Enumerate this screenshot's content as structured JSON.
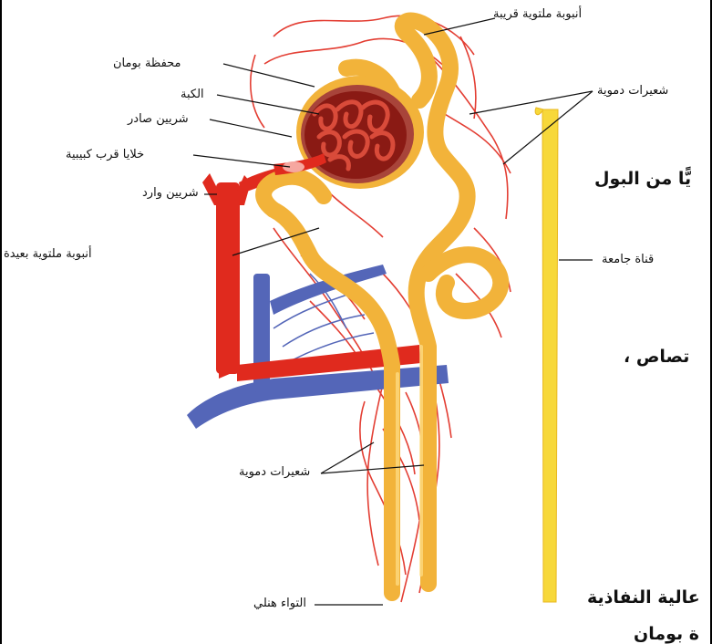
{
  "labels": {
    "proximal_tubule": "أنبوبة ملتوية قريبة",
    "bowman_capsule": "محفظة بومان",
    "glomerulus": "الكبة",
    "efferent_artery": "شريين صادر",
    "juxtaglomerular_cells": "خلايا قرب كبيبية",
    "afferent_artery": "شريين وارد",
    "distal_tubule": "أنبوبة ملتوية بعيدة",
    "capillaries_top": "شعيرات دموية",
    "collecting_duct": "قناة جامعة",
    "capillaries_bottom": "شعيرات دموية",
    "loop_of_henle": "التواء هنلي"
  },
  "background_text": {
    "line1": "يًّا من البول",
    "line2": "تصاص ،",
    "line3": "عالية النفاذية",
    "line4": "ة بومان"
  },
  "colors": {
    "artery": "#e02a1e",
    "vein": "#5466b8",
    "tubule": "#f2b33a",
    "collecting_duct": "#f7d83a",
    "glomerulus": "#8a1a14"
  }
}
